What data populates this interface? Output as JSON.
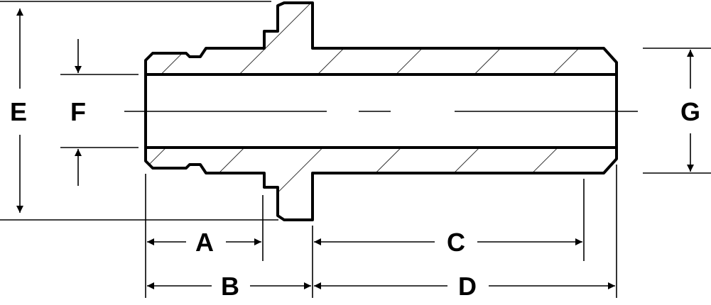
{
  "labels": {
    "A": "A",
    "B": "B",
    "C": "C",
    "D": "D",
    "E": "E",
    "F": "F",
    "G": "G"
  },
  "colors": {
    "ink": "#000000",
    "background": "#ffffff"
  }
}
